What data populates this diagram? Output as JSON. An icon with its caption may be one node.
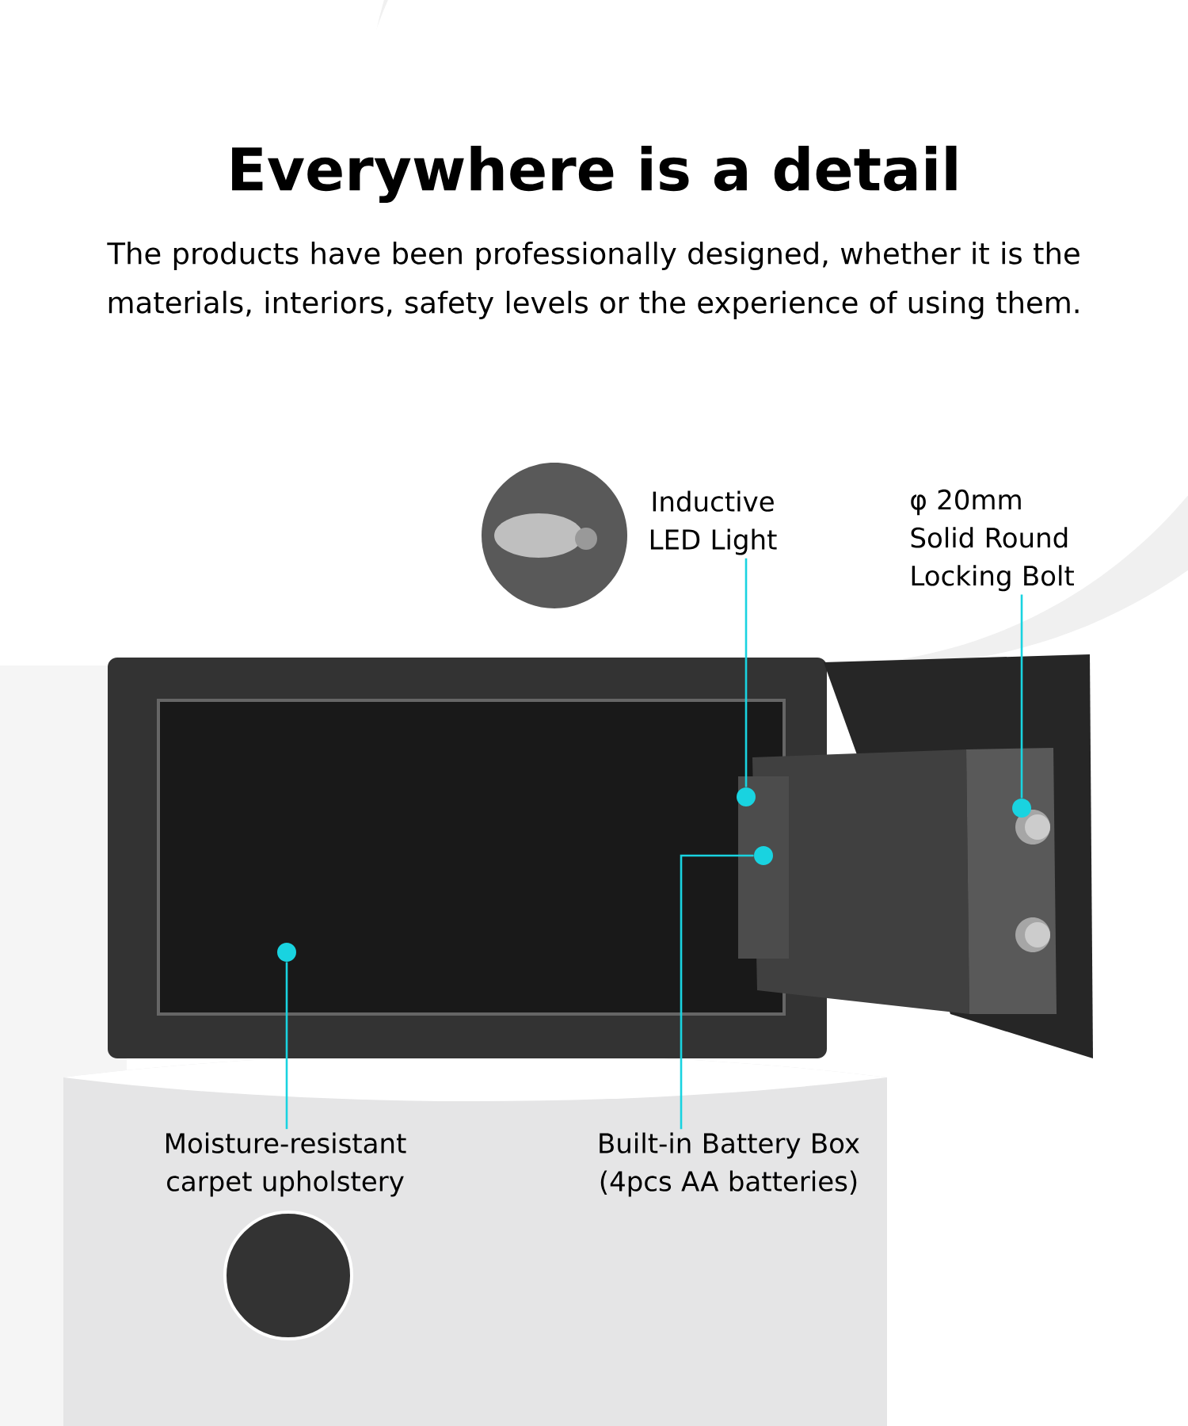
{
  "diagram": {
    "title": "Everywhere is a detail",
    "nodes": [
      {
        "text": [
          "Inductive LED Light"
        ]
      },
      {
        "text": [
          "φ 20mm Solid Round Locking Bolt"
        ]
      },
      {
        "text": [
          "Moisture-resistant carpet upholstery"
        ]
      },
      {
        "text": [
          "Built-in Battery Box (4pcs AA batteries)"
        ]
      },
      {
        "text": [],
        "shape": "circle"
      },
      {
        "text": [],
        "shape": "circle"
      },
      {
        "text": [],
        "shape": "circle"
      },
      {
        "text": [],
        "shape": "circle"
      }
    ],
    "edges": [
      {
        "from": 0,
        "to": 4,
        "arrow": "none"
      },
      {
        "from": 1,
        "to": 5,
        "arrow": "none"
      },
      {
        "from": 2,
        "to": 6,
        "arrow": "none"
      },
      {
        "from": 3,
        "to": 7,
        "arrow": "none"
      }
    ],
    "labels": [
      "The products have been professionally designed, whether it is the materials, interiors, safety levels or the experience of using them."
    ]
  }
}
